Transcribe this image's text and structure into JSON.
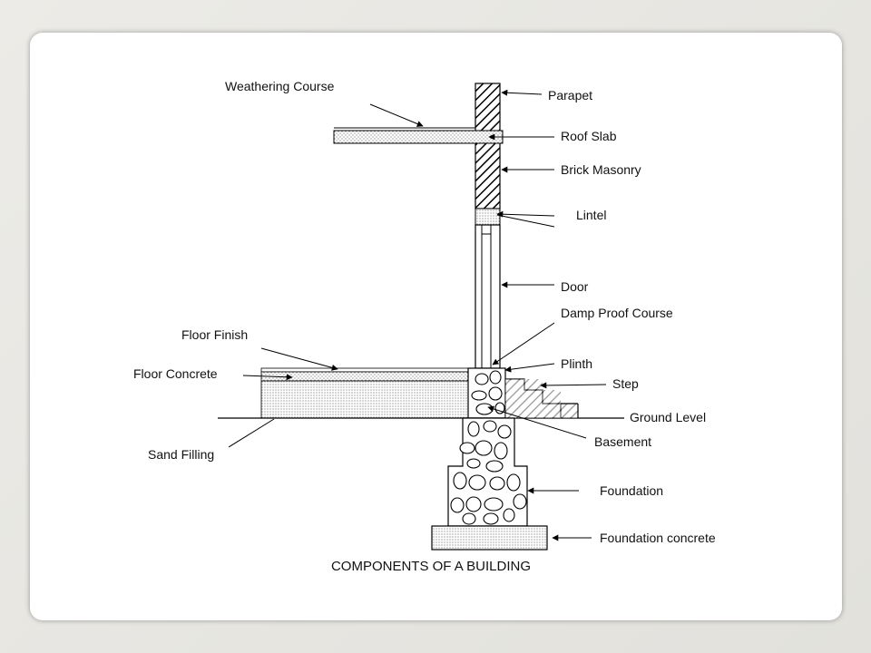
{
  "title": "COMPONENTS OF A BUILDING",
  "labels": {
    "weathering_course": "Weathering Course",
    "parapet": "Parapet",
    "roof_slab": "Roof Slab",
    "brick_masonry": "Brick Masonry",
    "lintel": "Lintel",
    "door": "Door",
    "damp_proof_course": "Damp Proof Course",
    "floor_finish": "Floor Finish",
    "plinth": "Plinth",
    "floor_concrete": "Floor Concrete",
    "step": "Step",
    "ground_level": "Ground Level",
    "basement": "Basement",
    "sand_filling": "Sand Filling",
    "foundation": "Foundation",
    "foundation_concrete": "Foundation concrete"
  }
}
